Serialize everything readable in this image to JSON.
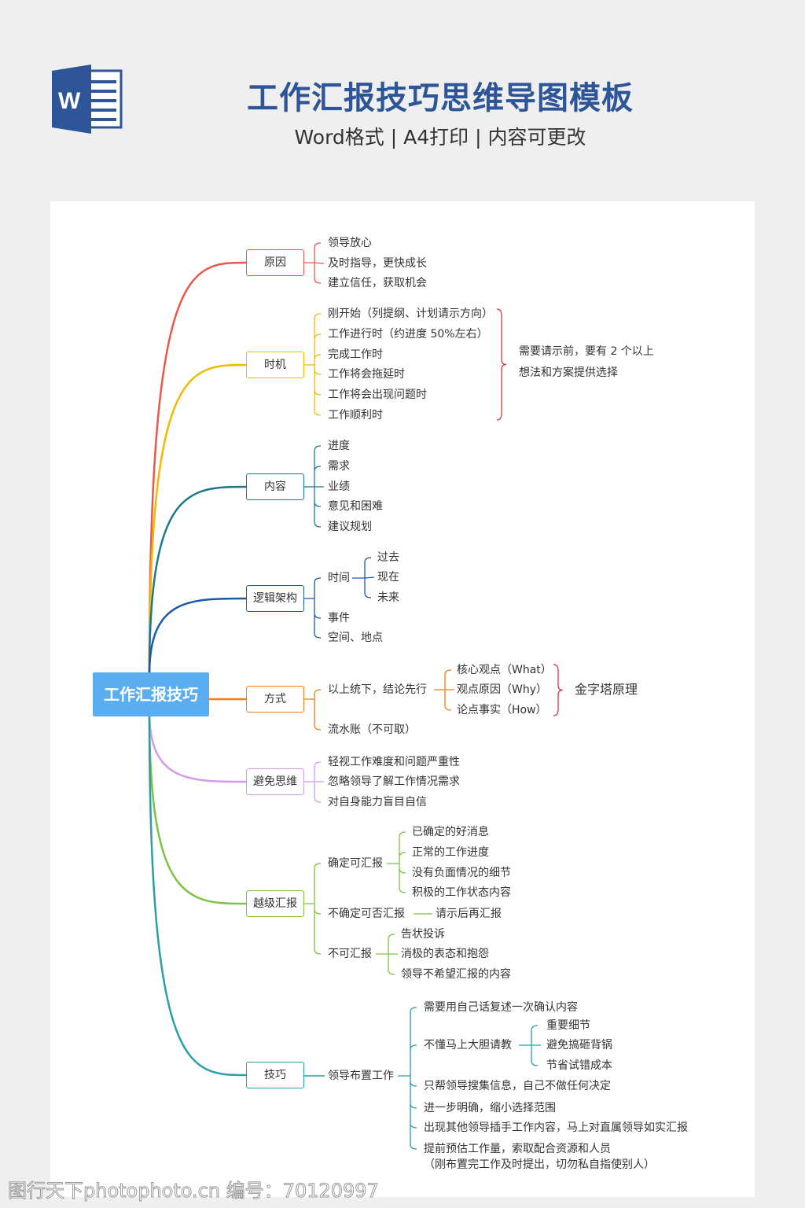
{
  "header": {
    "title": "工作汇报技巧思维导图模板",
    "subtitle": "Word格式 | A4打印 | 内容可更改",
    "logo_letter": "W"
  },
  "colors": {
    "title": "#2d5597",
    "root": "#5aaef0",
    "reason": "#e8574a",
    "timing": "#f5b800",
    "content": "#1a7a8c",
    "logic": "#1a5aa8",
    "method": "#f07d1a",
    "avoid": "#d49ce6",
    "skip": "#7cc243",
    "skill": "#2a9fa8",
    "note": "#d23a3a"
  },
  "root": "工作汇报技巧",
  "branches": {
    "reason": {
      "label": "原因",
      "items": [
        "领导放心",
        "及时指导，更快成长",
        "建立信任，获取机会"
      ]
    },
    "timing": {
      "label": "时机",
      "items": [
        "刚开始（列提纲、计划请示方向）",
        "工作进行时（约进度 50%左右）",
        "完成工作时",
        "工作将会拖延时",
        "工作将会出现问题时",
        "工作顺利时"
      ],
      "note": [
        "需要请示前，要有 2 个以上",
        "想法和方案提供选择"
      ]
    },
    "content": {
      "label": "内容",
      "items": [
        "进度",
        "需求",
        "业绩",
        "意见和困难",
        "建议规划"
      ]
    },
    "logic": {
      "label": "逻辑架构",
      "items": [
        "时间",
        "事件",
        "空间、地点"
      ],
      "time_sub": [
        "过去",
        "现在",
        "未来"
      ]
    },
    "method": {
      "label": "方式",
      "items": [
        "以上统下，结论先行",
        "流水账（不可取）"
      ],
      "sub": [
        "核心观点（What）",
        "观点原因（Why）",
        "论点事实（How）"
      ],
      "note": "金字塔原理"
    },
    "avoid": {
      "label": "避免思维",
      "items": [
        "轻视工作难度和问题严重性",
        "忽略领导了解工作情况需求",
        "对自身能力盲目自信"
      ]
    },
    "skip": {
      "label": "越级汇报",
      "items": [
        "确定可汇报",
        "不确定可否汇报",
        "不可汇报"
      ],
      "can_sub": [
        "已确定的好消息",
        "正常的工作进度",
        "没有负面情况的细节",
        "积极的工作状态内容"
      ],
      "unsure_sub": "请示后再汇报",
      "cannot_sub": [
        "告状投诉",
        "消极的表态和抱怨",
        "领导不希望汇报的内容"
      ]
    },
    "skill": {
      "label": "技巧",
      "items": [
        "领导布置工作"
      ],
      "sub": [
        "需要用自己话复述一次确认内容",
        "不懂马上大胆请教",
        "只帮领导搜集信息，自己不做任何决定",
        "进一步明确，缩小选择范围",
        "出现其他领导插手工作内容，马上对直属领导如实汇报",
        "提前预估工作量，索取配合资源和人员",
        "（刚布置完工作及时提出，切勿私自指使别人）"
      ],
      "ask_sub": [
        "重要细节",
        "避免搞砸背锅",
        "节省试错成本"
      ]
    }
  },
  "watermark": "图行天下photophoto.cn 编号：70120997"
}
